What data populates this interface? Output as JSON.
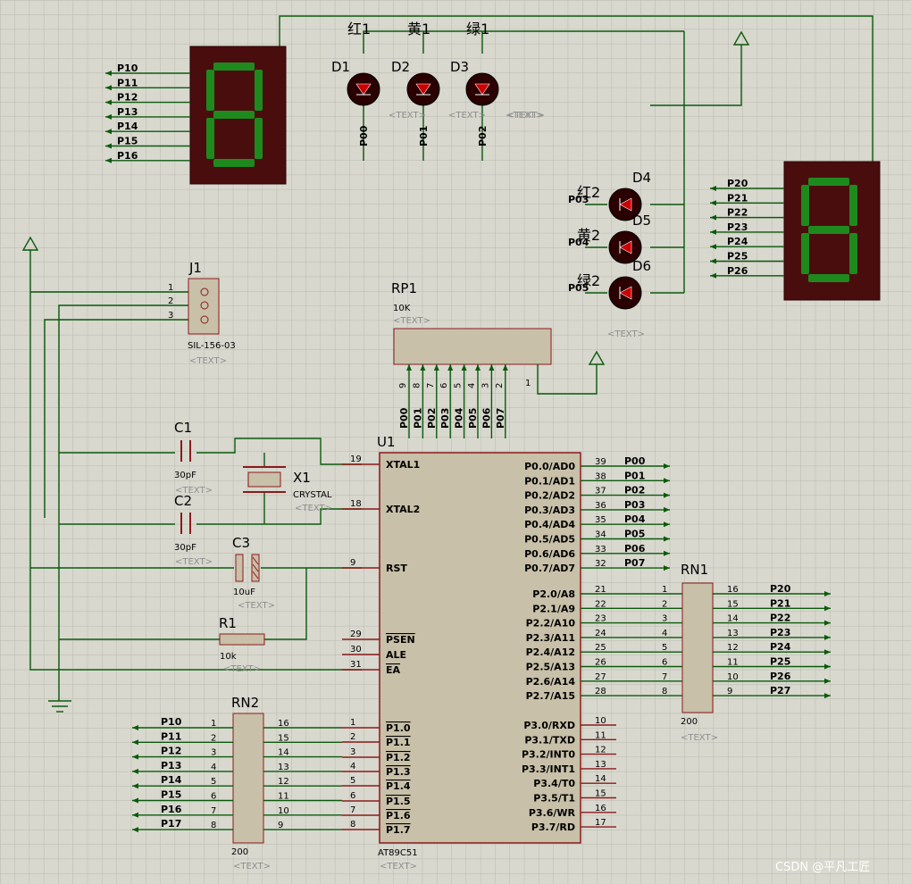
{
  "colors": {
    "wire": "#0b5a0b",
    "pin": "#8b1a1a",
    "body": "#c8c0a8",
    "dark": "#4a0d0d",
    "seg": "#1e8a1e",
    "led": "#2a0000"
  },
  "placeholder": "<TEXT>",
  "watermark": "CSDN @平凡工匠",
  "seg1": {
    "pins": [
      "P10",
      "P11",
      "P12",
      "P13",
      "P14",
      "P15",
      "P16"
    ]
  },
  "seg2": {
    "pins": [
      "P20",
      "P21",
      "P22",
      "P23",
      "P24",
      "P25",
      "P26"
    ]
  },
  "leds_top": [
    {
      "ref": "D1",
      "color": "红1",
      "net": "P00"
    },
    {
      "ref": "D2",
      "color": "黄1",
      "net": "P01"
    },
    {
      "ref": "D3",
      "color": "绿1",
      "net": "P02"
    }
  ],
  "leds_right": [
    {
      "ref": "D4",
      "color": "红2",
      "net": "P03"
    },
    {
      "ref": "D5",
      "color": "黄2",
      "net": "P04"
    },
    {
      "ref": "D6",
      "color": "绿2",
      "net": "P05"
    }
  ],
  "j1": {
    "ref": "J1",
    "part": "SIL-156-03",
    "pins": [
      "1",
      "2",
      "3"
    ]
  },
  "rp1": {
    "ref": "RP1",
    "value": "10K",
    "pin_nums": [
      "9",
      "8",
      "7",
      "6",
      "5",
      "4",
      "3",
      "2"
    ],
    "pin1": "1",
    "nets": [
      "P00",
      "P01",
      "P02",
      "P03",
      "P04",
      "P05",
      "P06",
      "P07"
    ]
  },
  "c1": {
    "ref": "C1",
    "value": "30pF"
  },
  "c2": {
    "ref": "C2",
    "value": "30pF"
  },
  "c3": {
    "ref": "C3",
    "value": "10uF"
  },
  "x1": {
    "ref": "X1",
    "value": "CRYSTAL"
  },
  "r1": {
    "ref": "R1",
    "value": "10k"
  },
  "u1": {
    "ref": "U1",
    "part": "AT89C51",
    "left": [
      {
        "num": "19",
        "name": "XTAL1"
      },
      {
        "num": "18",
        "name": "XTAL2"
      },
      {
        "num": "9",
        "name": "RST"
      },
      {
        "num": "29",
        "name": "PSEN"
      },
      {
        "num": "30",
        "name": "ALE"
      },
      {
        "num": "31",
        "name": "EA"
      },
      {
        "num": "1",
        "name": "P1.0"
      },
      {
        "num": "2",
        "name": "P1.1"
      },
      {
        "num": "3",
        "name": "P1.2"
      },
      {
        "num": "4",
        "name": "P1.3"
      },
      {
        "num": "5",
        "name": "P1.4"
      },
      {
        "num": "6",
        "name": "P1.5"
      },
      {
        "num": "7",
        "name": "P1.6"
      },
      {
        "num": "8",
        "name": "P1.7"
      }
    ],
    "p0": [
      {
        "num": "39",
        "name": "P0.0/AD0",
        "net": "P00"
      },
      {
        "num": "38",
        "name": "P0.1/AD1",
        "net": "P01"
      },
      {
        "num": "37",
        "name": "P0.2/AD2",
        "net": "P02"
      },
      {
        "num": "36",
        "name": "P0.3/AD3",
        "net": "P03"
      },
      {
        "num": "35",
        "name": "P0.4/AD4",
        "net": "P04"
      },
      {
        "num": "34",
        "name": "P0.5/AD5",
        "net": "P05"
      },
      {
        "num": "33",
        "name": "P0.6/AD6",
        "net": "P06"
      },
      {
        "num": "32",
        "name": "P0.7/AD7",
        "net": "P07"
      }
    ],
    "p2": [
      {
        "num": "21",
        "name": "P2.0/A8"
      },
      {
        "num": "22",
        "name": "P2.1/A9"
      },
      {
        "num": "23",
        "name": "P2.2/A10"
      },
      {
        "num": "24",
        "name": "P2.3/A11"
      },
      {
        "num": "25",
        "name": "P2.4/A12"
      },
      {
        "num": "26",
        "name": "P2.5/A13"
      },
      {
        "num": "27",
        "name": "P2.6/A14"
      },
      {
        "num": "28",
        "name": "P2.7/A15"
      }
    ],
    "p3": [
      {
        "num": "10",
        "name": "P3.0/RXD"
      },
      {
        "num": "11",
        "name": "P3.1/TXD"
      },
      {
        "num": "12",
        "name": "P3.2/INT0"
      },
      {
        "num": "13",
        "name": "P3.3/INT1"
      },
      {
        "num": "14",
        "name": "P3.4/T0"
      },
      {
        "num": "15",
        "name": "P3.5/T1"
      },
      {
        "num": "16",
        "name": "P3.6/WR"
      },
      {
        "num": "17",
        "name": "P3.7/RD"
      }
    ]
  },
  "rn1": {
    "ref": "RN1",
    "value": "200",
    "left": [
      "1",
      "2",
      "3",
      "4",
      "5",
      "6",
      "7",
      "8"
    ],
    "right": [
      "16",
      "15",
      "14",
      "13",
      "12",
      "11",
      "10",
      "9"
    ],
    "nets": [
      "P20",
      "P21",
      "P22",
      "P23",
      "P24",
      "P25",
      "P26",
      "P27"
    ]
  },
  "rn2": {
    "ref": "RN2",
    "value": "200",
    "left": [
      "1",
      "2",
      "3",
      "4",
      "5",
      "6",
      "7",
      "8"
    ],
    "right": [
      "16",
      "15",
      "14",
      "13",
      "12",
      "11",
      "10",
      "9"
    ],
    "nets": [
      "P10",
      "P11",
      "P12",
      "P13",
      "P14",
      "P15",
      "P16",
      "P17"
    ],
    "u_pins": [
      "1",
      "2",
      "3",
      "4",
      "5",
      "6",
      "7",
      "8"
    ]
  }
}
